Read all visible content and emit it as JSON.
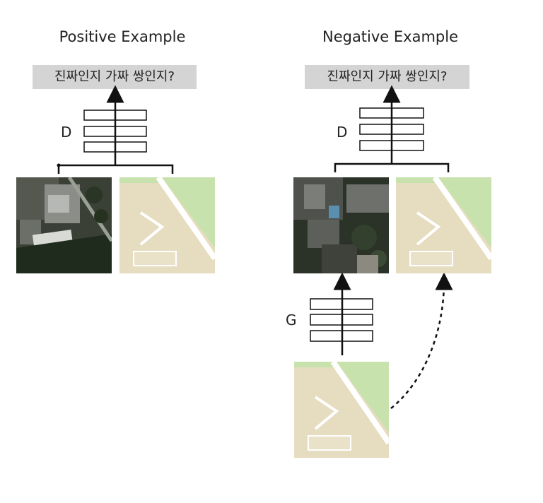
{
  "positive": {
    "title": "Positive Example",
    "question": "진짜인지 가짜 쌍인지?",
    "discriminator_label": "D"
  },
  "negative": {
    "title": "Negative Example",
    "question": "진짜인지 가짜 쌍인지?",
    "discriminator_label": "D",
    "generator_label": "G"
  },
  "colors": {
    "question_box": "#d4d4d4",
    "map_land": "#e6dcbf",
    "map_park": "#c8e2ae",
    "map_road": "#ffffff",
    "satellite_dark": "#2b3328"
  }
}
